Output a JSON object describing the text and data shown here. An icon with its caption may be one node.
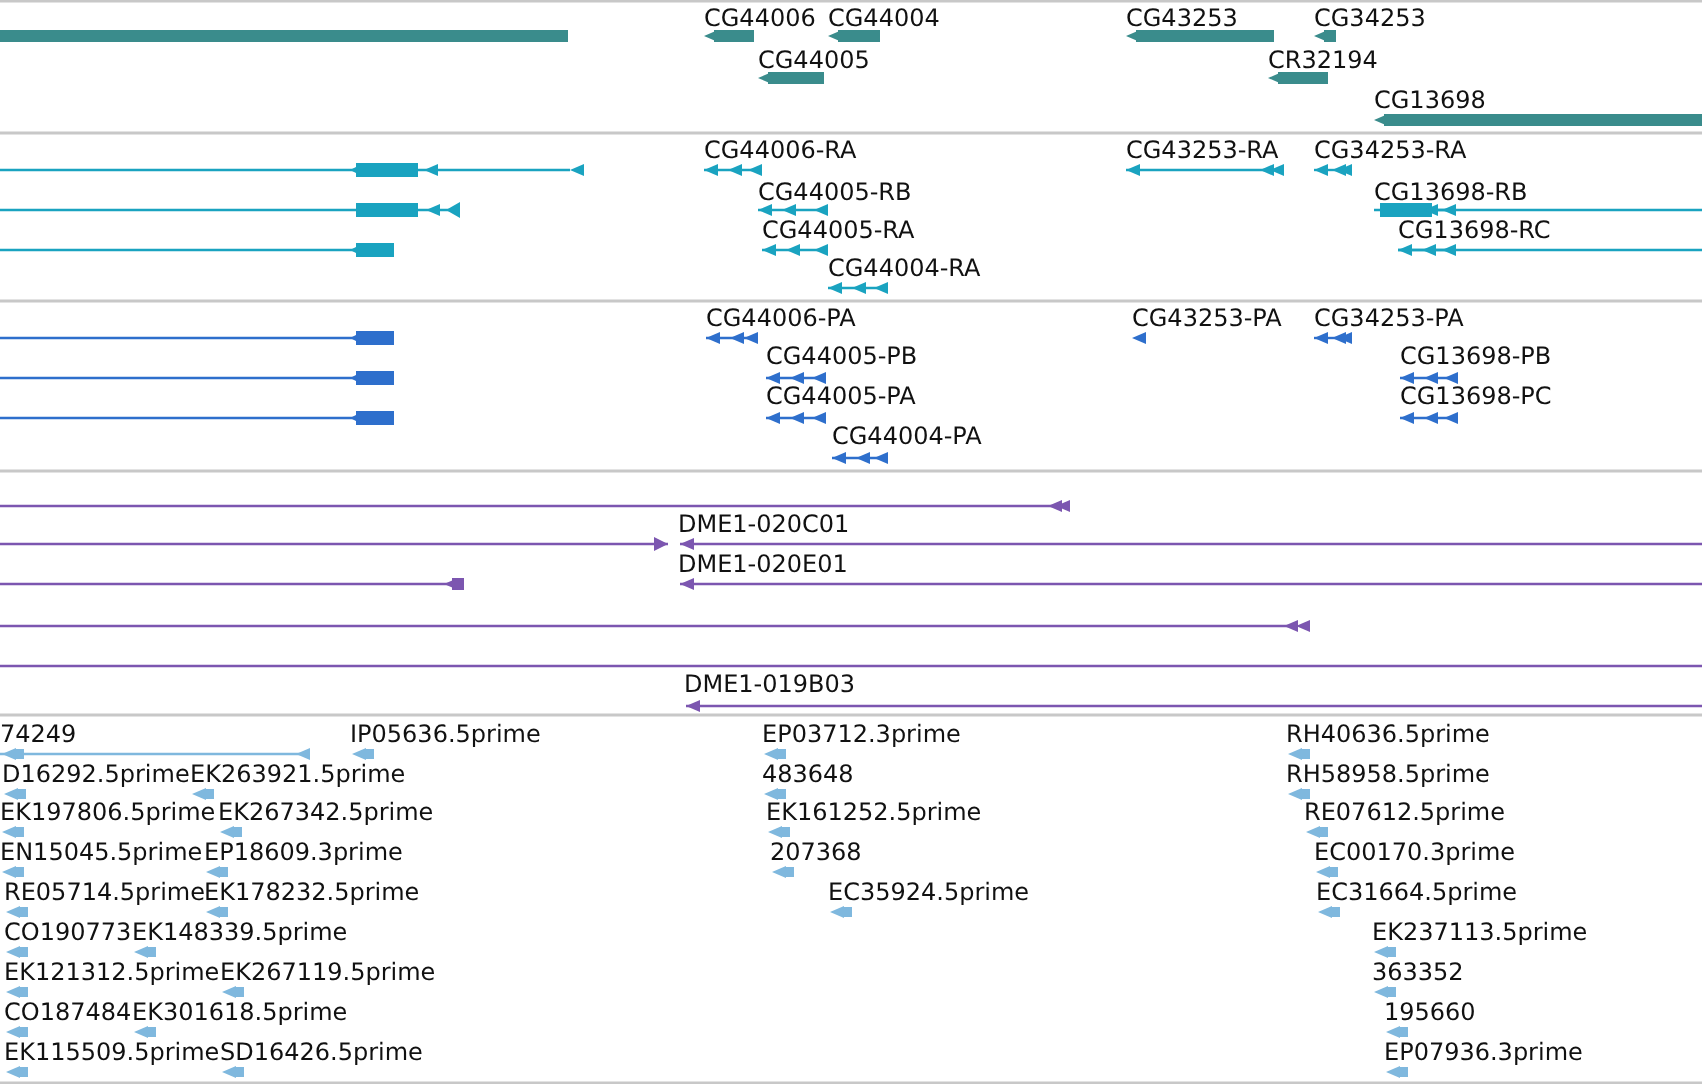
{
  "diagram": {
    "labels": [
      "CG44006",
      "CG44004",
      "CG43253",
      "CG34253",
      "CG44005",
      "CR32194",
      "CG13698",
      "CG44006-RA",
      "CG43253-RA",
      "CG34253-RA",
      "CG44005-RB",
      "CG13698-RB",
      "CG44005-RA",
      "CG13698-RC",
      "CG44004-RA",
      "CG44006-PA",
      "CG43253-PA",
      "CG34253-PA",
      "CG44005-PB",
      "CG13698-PB",
      "CG44005-PA",
      "CG13698-PC",
      "CG44004-PA",
      "DME1-020C01",
      "DME1-020E01",
      "DME1-019B03",
      "74249",
      "IP05636.5prime",
      "EP03712.3prime",
      "RH40636.5prime",
      "D16292.5prime",
      "EK263921.5prime",
      "483648",
      "RH58958.5prime",
      "EK197806.5prime",
      "EK267342.5prime",
      "EK161252.5prime",
      "RE07612.5prime",
      "EN15045.5prime",
      "EP18609.3prime",
      "207368",
      "EC00170.3prime",
      "RE05714.5prime",
      "EK178232.5prime",
      "EC35924.5prime",
      "EC31664.5prime",
      "CO190773",
      "EK148339.5prime",
      "EK237113.5prime",
      "EK121312.5prime",
      "EK267119.5prime",
      "363352",
      "CO187484",
      "EK301618.5prime",
      "195660",
      "EK115509.5prime",
      "SD16426.5prime",
      "EP07936.3prime"
    ]
  }
}
